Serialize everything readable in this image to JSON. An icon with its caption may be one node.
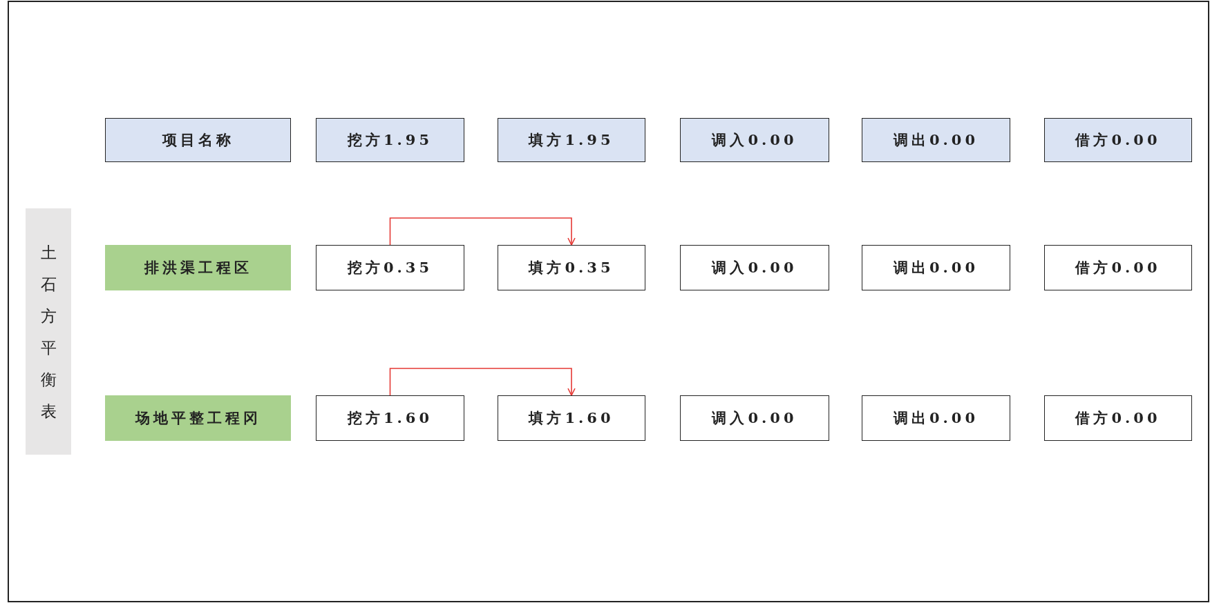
{
  "diagram": {
    "nodes": [
      {
        "text": [
          "土石方平衡表"
        ]
      },
      {
        "text": [
          "项目名称"
        ]
      },
      {
        "text": [
          "挖方1.95"
        ]
      },
      {
        "text": [
          "填方1.95"
        ]
      },
      {
        "text": [
          "调入0.00"
        ]
      },
      {
        "text": [
          "调出0.00"
        ]
      },
      {
        "text": [
          "借方0.00"
        ]
      },
      {
        "text": [
          "排洪渠工程区"
        ]
      },
      {
        "text": [
          "挖方0.35"
        ]
      },
      {
        "text": [
          "填方0.35"
        ]
      },
      {
        "text": [
          "调入0.00"
        ]
      },
      {
        "text": [
          "调出0.00"
        ]
      },
      {
        "text": [
          "借方0.00"
        ]
      },
      {
        "text": [
          "场地平整工程冈"
        ]
      },
      {
        "text": [
          "挖方1.60"
        ]
      },
      {
        "text": [
          "填方1.60"
        ]
      },
      {
        "text": [
          "调入0.00"
        ]
      },
      {
        "text": [
          "调出0.00"
        ]
      },
      {
        "text": [
          "借方0.00"
        ]
      }
    ],
    "edges": [
      {
        "from": 8,
        "to": 9,
        "arrow": "to"
      },
      {
        "from": 14,
        "to": 15,
        "arrow": "to"
      }
    ]
  }
}
